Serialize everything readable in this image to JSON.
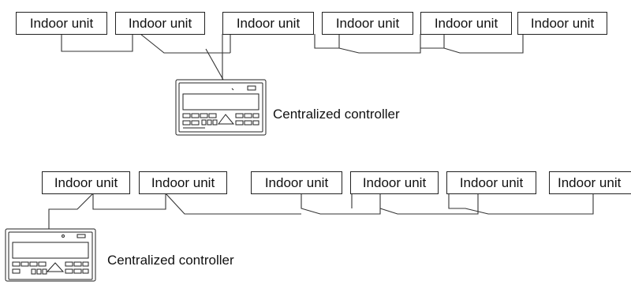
{
  "diagrams": [
    {
      "units": [
        {
          "label": "Indoor unit"
        },
        {
          "label": "Indoor unit"
        },
        {
          "label": "Indoor unit"
        },
        {
          "label": "Indoor unit"
        },
        {
          "label": "Indoor unit"
        },
        {
          "label": "Indoor unit"
        }
      ],
      "controller_label": "Centralized controller"
    },
    {
      "units": [
        {
          "label": "Indoor unit"
        },
        {
          "label": "Indoor unit"
        },
        {
          "label": "Indoor unit"
        },
        {
          "label": "Indoor unit"
        },
        {
          "label": "Indoor unit"
        },
        {
          "label": "Indoor unit"
        }
      ],
      "controller_label": "Centralized controller"
    }
  ]
}
